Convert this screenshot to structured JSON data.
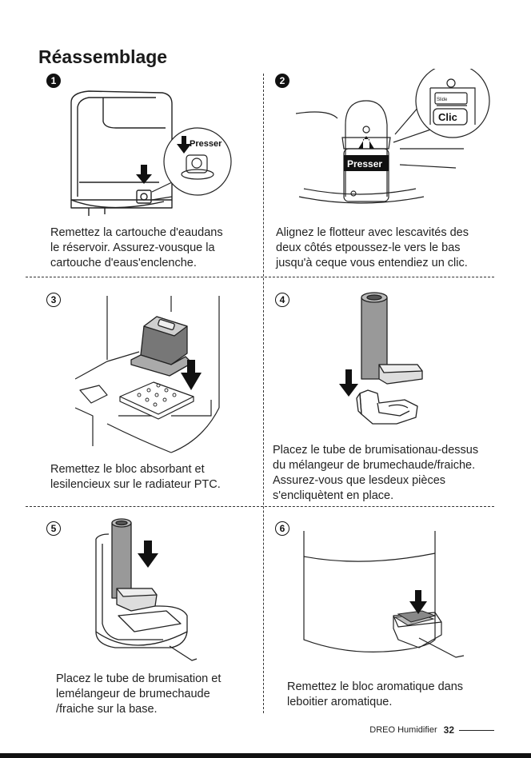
{
  "page": {
    "title": "Réassemblage",
    "footer": {
      "brand": "DREO Humidifier",
      "page_number": "32"
    }
  },
  "steps": [
    {
      "number": "1",
      "style": "filled",
      "text": [
        "Remettez la cartouche d'eaudans",
        "le réservoir. Assurez-vousque la",
        "cartouche d'eaus'enclenche."
      ],
      "labels": [
        "Presser"
      ]
    },
    {
      "number": "2",
      "style": "filled",
      "text": [
        "Alignez le flotteur avec lescavités des",
        "deux côtés etpoussez-le vers le bas",
        "jusqu'à ceque vous entendiez un clic."
      ],
      "labels": [
        "Presser",
        "Clic",
        "Slide"
      ]
    },
    {
      "number": "3",
      "style": "outline",
      "text": [
        "Remettez le bloc absorbant et",
        "lesilencieux sur le radiateur PTC."
      ]
    },
    {
      "number": "4",
      "style": "outline",
      "text": [
        "Placez le tube de brumisationau-dessus",
        "du mélangeur de brumechaude/fraiche.",
        "Assurez-vous que lesdeux pièces",
        "s'encliquètent en place."
      ]
    },
    {
      "number": "5",
      "style": "outline",
      "text": [
        "Placez le tube de brumisation et",
        "lemélangeur de brumechaude",
        "/fraiche sur la base."
      ]
    },
    {
      "number": "6",
      "style": "outline",
      "text": [
        "Remettez le bloc aromatique dans",
        "leboitier aromatique."
      ]
    }
  ]
}
